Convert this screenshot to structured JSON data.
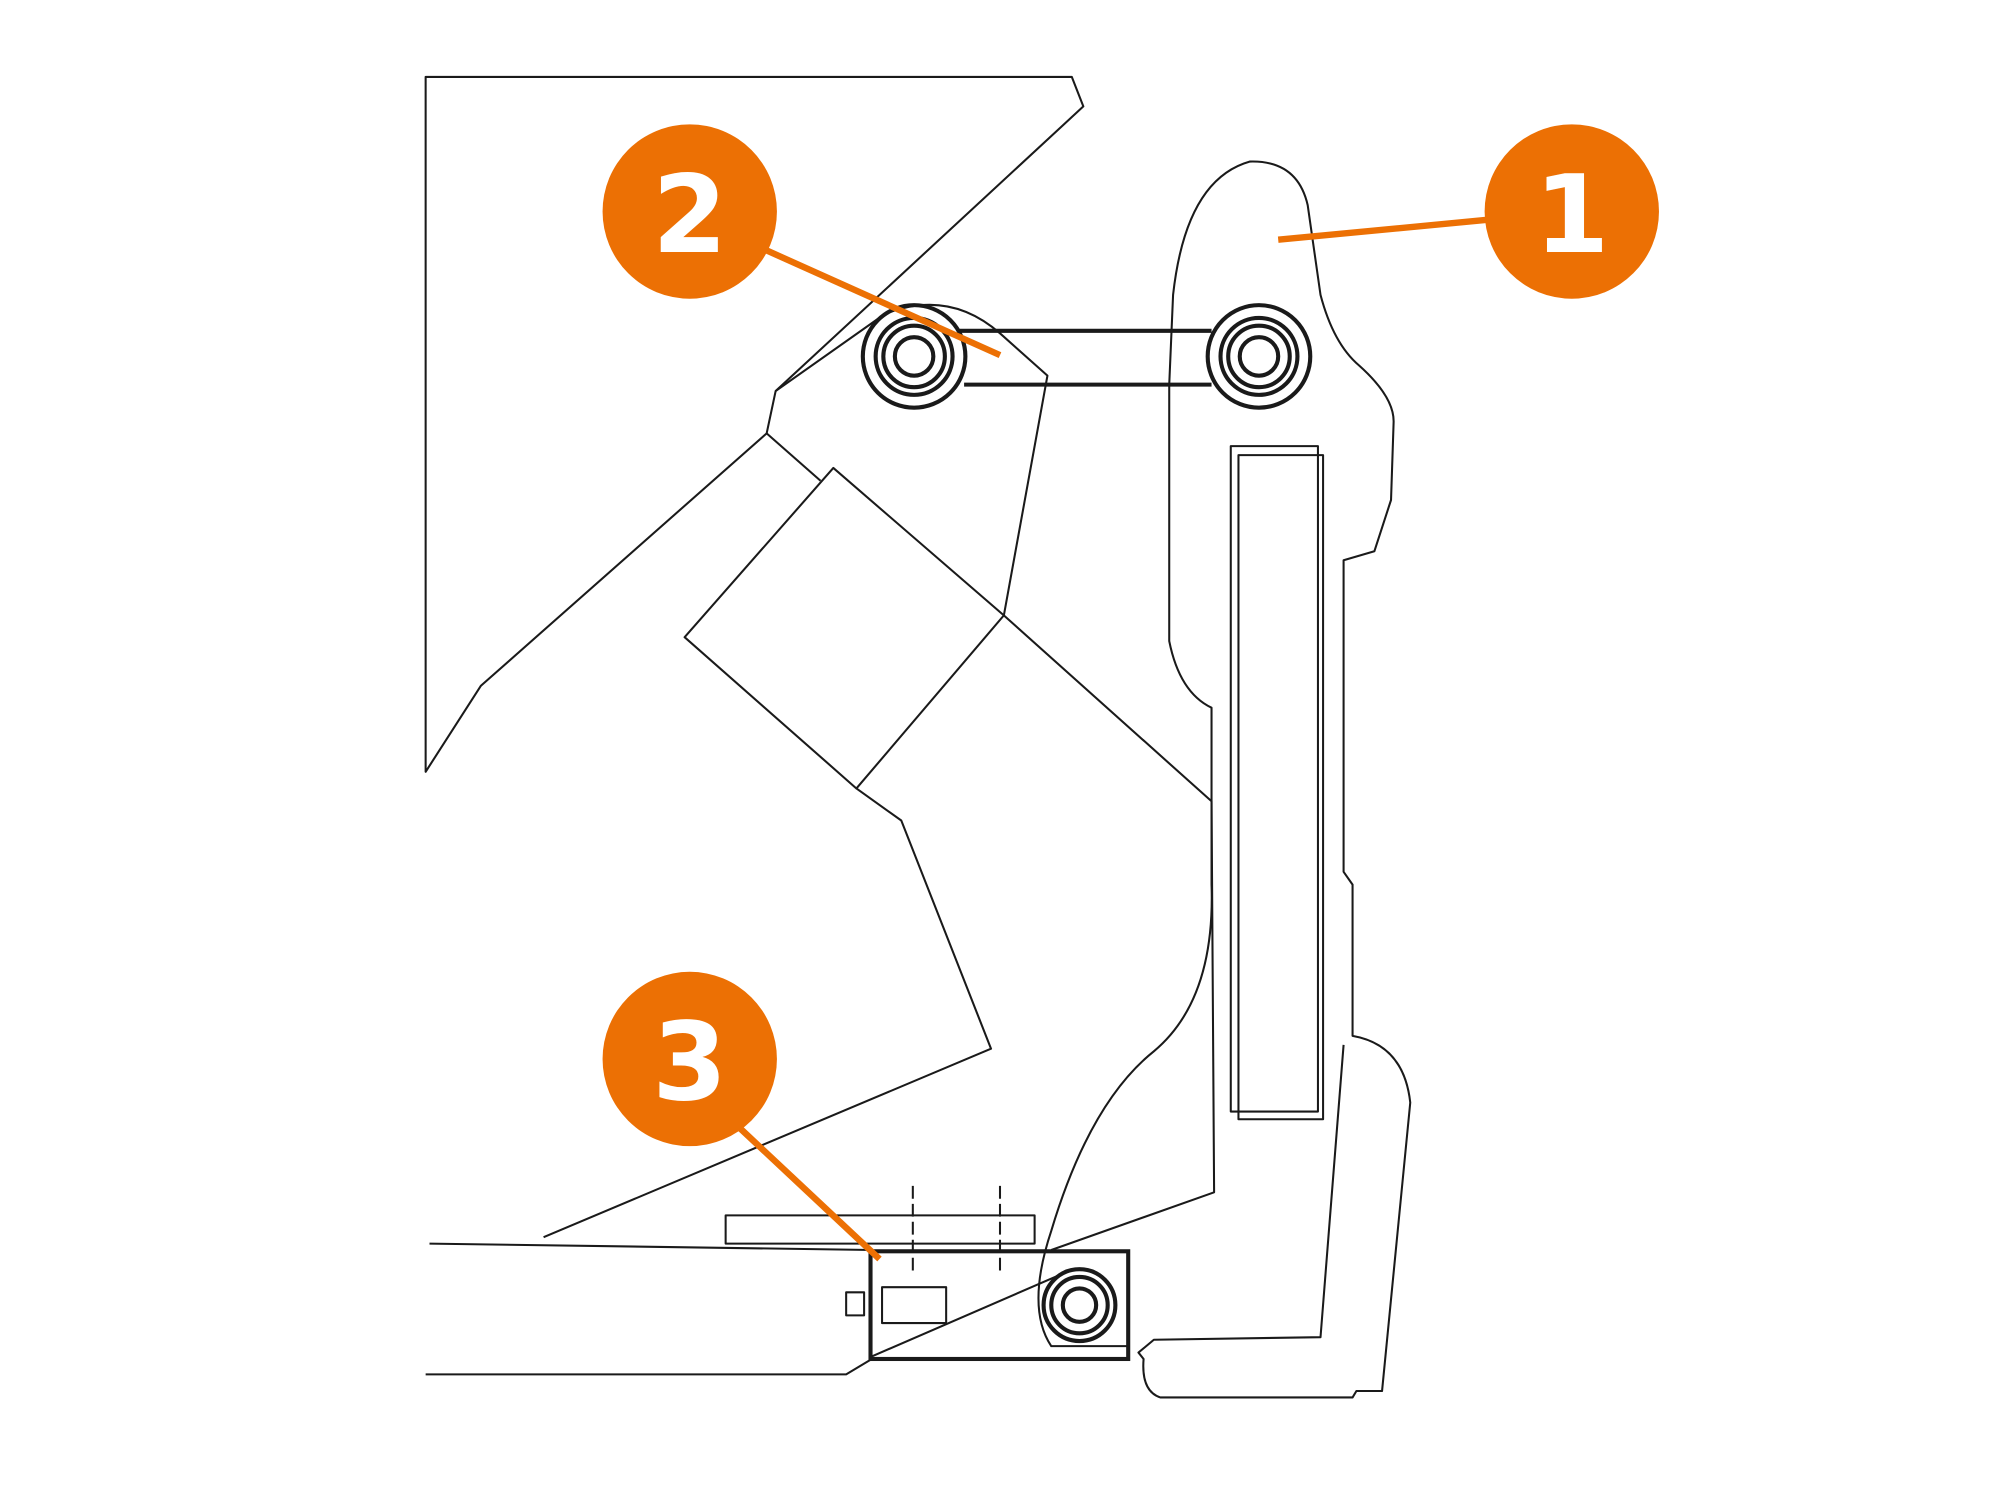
{
  "diagram": {
    "accent_color": "#ec7004",
    "callouts": [
      {
        "label": "1"
      },
      {
        "label": "2"
      },
      {
        "label": "3"
      }
    ]
  }
}
